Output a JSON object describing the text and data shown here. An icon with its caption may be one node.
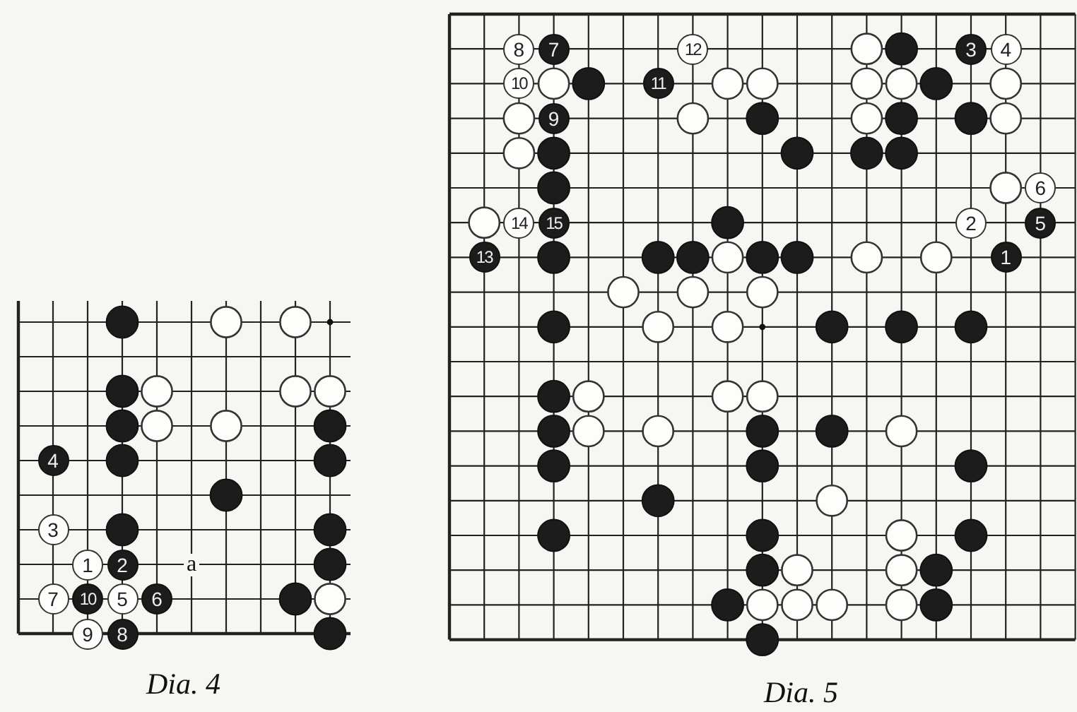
{
  "diagram": {
    "nodes": [
      {
        "text": [
          "1"
        ]
      },
      {
        "text": [
          "2"
        ]
      },
      {
        "text": [
          "3"
        ]
      },
      {
        "text": [
          "4"
        ]
      },
      {
        "text": [
          "5"
        ]
      },
      {
        "text": [
          "6"
        ]
      },
      {
        "text": [
          "7"
        ]
      },
      {
        "text": [
          "8"
        ]
      },
      {
        "text": [
          "9"
        ]
      },
      {
        "text": [
          "10"
        ]
      },
      {
        "text": [
          "1"
        ]
      },
      {
        "text": [
          "2"
        ]
      },
      {
        "text": [
          "3"
        ]
      },
      {
        "text": [
          "4"
        ]
      },
      {
        "text": [
          "5"
        ]
      },
      {
        "text": [
          "6"
        ]
      },
      {
        "text": [
          "7"
        ]
      },
      {
        "text": [
          "8"
        ]
      },
      {
        "text": [
          "9"
        ]
      },
      {
        "text": [
          "10"
        ]
      },
      {
        "text": [
          "11"
        ]
      },
      {
        "text": [
          "12"
        ]
      },
      {
        "text": [
          "13"
        ]
      },
      {
        "text": [
          "14"
        ]
      },
      {
        "text": [
          "15"
        ]
      }
    ],
    "labels": [
      "a",
      "Dia. 4",
      "Dia. 5"
    ]
  }
}
